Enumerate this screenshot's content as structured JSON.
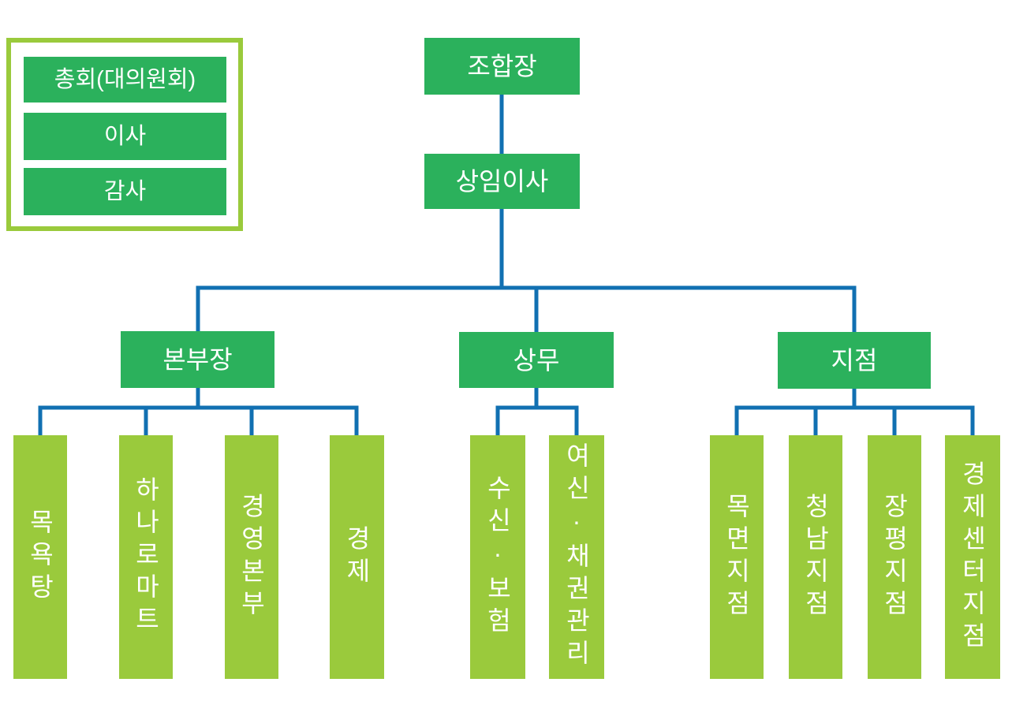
{
  "colors": {
    "green": "#2BB15C",
    "light_green": "#9ACA3C",
    "line_blue": "#1170B2",
    "text_white": "#FFFFFF"
  },
  "legend": {
    "items": [
      {
        "label": "총회(대의원회)"
      },
      {
        "label": "이사"
      },
      {
        "label": "감사"
      }
    ]
  },
  "org": {
    "root": "조합장",
    "executive": "상임이사",
    "branches": [
      {
        "label": "본부장",
        "children": [
          "목욕탕",
          "하나로마트",
          "경영본부",
          "경제"
        ]
      },
      {
        "label": "상무",
        "children": [
          "수신·보험",
          "여신·채권관리"
        ]
      },
      {
        "label": "지점",
        "children": [
          "목면지점",
          "청남지점",
          "장평지점",
          "경제센터지점"
        ]
      }
    ]
  }
}
